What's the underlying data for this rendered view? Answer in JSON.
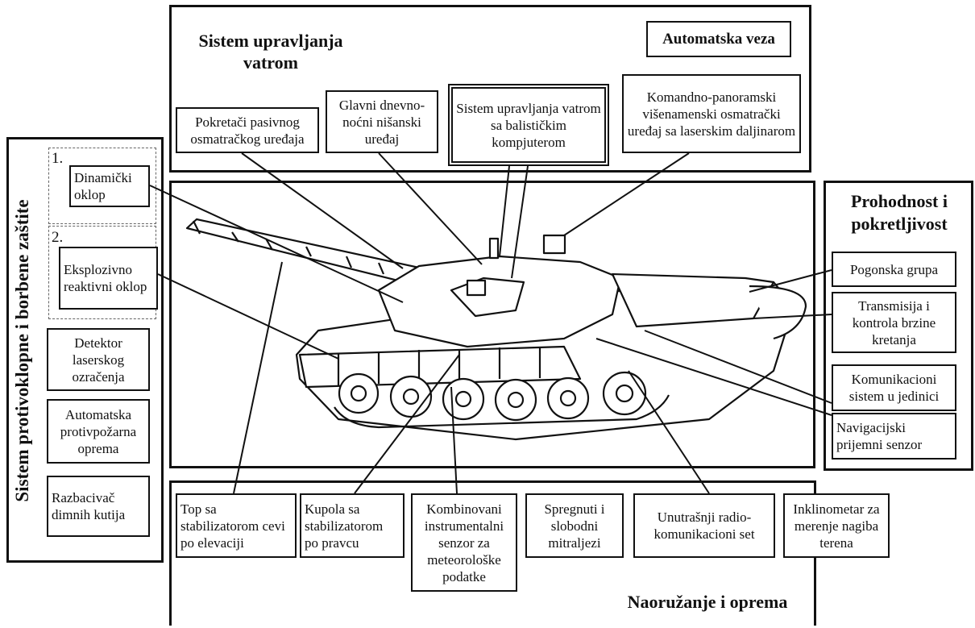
{
  "sections": {
    "fire_control": "Sistem upravljanja vatrom",
    "automatic_link": "Automatska veza",
    "mobility": "Prohodnost i pokretljivost",
    "protection": "Sistem protivoklopne i borbene zaštite",
    "armament": "Naoružanje i oprema"
  },
  "fire_control_boxes": {
    "passive_drives": "Pokretači pasivnog osmatračkog uređaja",
    "main_sight": "Glavni dnevno-noćni nišanski uređaj",
    "fcs_computer": "Sistem upravljanja vatrom sa balističkim kompjuterom",
    "commander_panoramic": "Komandno-panoramski višenamenski osmatrački uređaj sa laserskim daljinarom"
  },
  "protection_boxes": {
    "num1": "1.",
    "dynamic_armor": "Dinamički oklop",
    "num2": "2.",
    "era_armor": "Eksplozivno reaktivni oklop",
    "laser_detector": "Detektor laserskog ozračenja",
    "fire_suppression": "Automatska protivpožarna oprema",
    "smoke_launcher": "Razbacivač dimnih kutija"
  },
  "mobility_boxes": {
    "power_pack": "Pogonska grupa",
    "transmission": "Transmisija i kontrola brzine kretanja",
    "comm_system": "Komunikacioni sistem u jedinici",
    "nav_sensor": "Navigacijski prijemni senzor"
  },
  "armament_boxes": {
    "gun": "Top sa stabilizatorom cevi po elevaciji",
    "turret": "Kupola sa stabilizatorom po pravcu",
    "met_sensor": "Kombinovani instrumentalni senzor za meteorološke podatke",
    "machine_guns": "Spregnuti i slobodni mitraljezi",
    "intercom": "Unutrašnji radio-komunikacioni set",
    "inclinometer": "Inklinometar za merenje nagiba terena"
  }
}
